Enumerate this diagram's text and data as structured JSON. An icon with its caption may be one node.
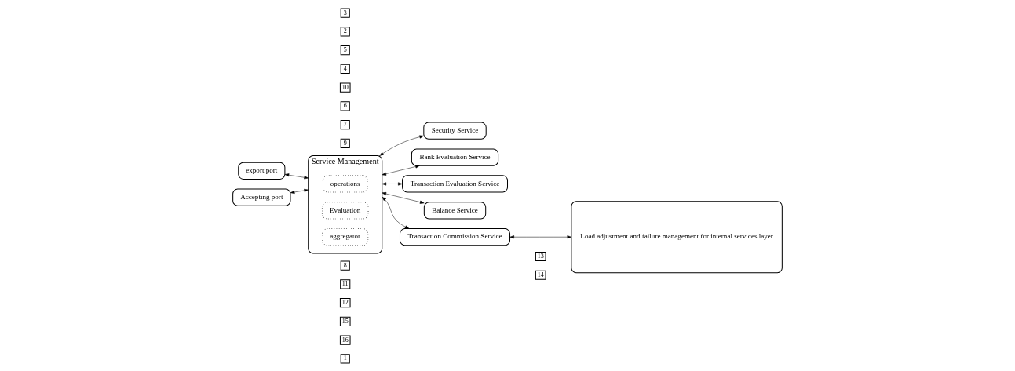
{
  "diagram": {
    "nodes": [
      {
        "text": [
          "Accepting port"
        ]
      },
      {
        "text": [
          "export port"
        ]
      },
      {
        "text": [
          "Service Management"
        ]
      },
      {
        "text": [
          "operations"
        ],
        "in": 2
      },
      {
        "text": [
          "Evaluation"
        ],
        "in": 2
      },
      {
        "text": [
          "aggregator"
        ],
        "in": 2
      },
      {
        "text": [
          "Security Service"
        ]
      },
      {
        "text": [
          "Bank Evaluation Service"
        ]
      },
      {
        "text": [
          "Transaction Evaluation Service"
        ]
      },
      {
        "text": [
          "Balance Service"
        ]
      },
      {
        "text": [
          "Transaction Commission Service"
        ]
      },
      {
        "text": [
          "Load adjustment and failure management for internal services layer"
        ]
      }
    ],
    "edges": [
      {
        "from": 0,
        "to": 2,
        "arrow": "both"
      },
      {
        "from": 1,
        "to": 2,
        "arrow": "both"
      },
      {
        "from": 2,
        "to": 6,
        "arrow": "both"
      },
      {
        "from": 2,
        "to": 7,
        "arrow": "both"
      },
      {
        "from": 2,
        "to": 8,
        "arrow": "both"
      },
      {
        "from": 2,
        "to": 9,
        "arrow": "both"
      },
      {
        "from": 2,
        "to": 10,
        "arrow": "both"
      },
      {
        "from": 10,
        "to": 11,
        "arrow": "both"
      }
    ],
    "labels": [
      "1",
      "16",
      "9",
      "10",
      "2",
      "3",
      "4",
      "5",
      "6",
      "7",
      "8",
      "11",
      "12",
      "15",
      "13",
      "14"
    ]
  }
}
